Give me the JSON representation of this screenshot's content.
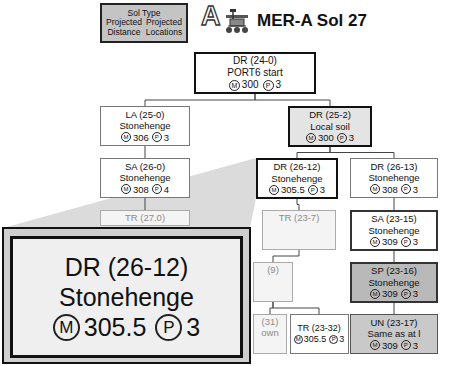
{
  "diagram": {
    "title": "MER-A Sol 27",
    "nodes": [
      {
        "text": [
          "Sol Type",
          "Projected Distance",
          "Projected Locations"
        ]
      },
      {
        "text": [
          "DR (24-0)",
          "PORT6 start",
          "M",
          "300",
          "P",
          "3"
        ]
      },
      {
        "text": [
          "LA (25-0)",
          "Stonehenge",
          "M",
          "306",
          "P",
          "3"
        ]
      },
      {
        "text": [
          "DR (25-2)",
          "Local soil",
          "M",
          "300",
          "P",
          "3"
        ]
      },
      {
        "text": [
          "SA (26-0)",
          "Stonehenge",
          "M",
          "308",
          "P",
          "4"
        ]
      },
      {
        "text": [
          "DR (26-12)",
          "Stonehenge",
          "M",
          "305.5",
          "P",
          "3"
        ]
      },
      {
        "text": [
          "DR (26-13)",
          "Stonehenge",
          "M",
          "308",
          "P",
          "3"
        ]
      },
      {
        "text": [
          "TR (27.0)"
        ]
      },
      {
        "text": [
          "TR (23-7)"
        ]
      },
      {
        "text": [
          "SA (23-15)",
          "Stonehenge",
          "M",
          "309",
          "P",
          "3"
        ]
      },
      {
        "text": [
          "(9)"
        ]
      },
      {
        "text": [
          "SP (23-16)",
          "Stonehenge",
          "M",
          "309",
          "P",
          "3"
        ]
      },
      {
        "text": [
          "(31)",
          "own"
        ]
      },
      {
        "text": [
          "TR (23-32)",
          "M",
          "305.5",
          "P",
          "3"
        ]
      },
      {
        "text": [
          "UN (23-17)",
          "Same as at l",
          "M",
          "309",
          "P",
          "3"
        ]
      },
      {
        "text": [
          "DR (26-12)",
          "Stonehenge",
          "M",
          "305.5",
          "P",
          "3"
        ]
      }
    ],
    "edges": [
      {
        "from": 1,
        "to": 2,
        "arrow": "none"
      },
      {
        "from": 1,
        "to": 3,
        "arrow": "none"
      },
      {
        "from": 2,
        "to": 4,
        "arrow": "none"
      },
      {
        "from": 3,
        "to": 5,
        "arrow": "none"
      },
      {
        "from": 3,
        "to": 6,
        "arrow": "none"
      },
      {
        "from": 4,
        "to": 7,
        "arrow": "none"
      },
      {
        "from": 5,
        "to": 8,
        "arrow": "none"
      },
      {
        "from": 6,
        "to": 9,
        "arrow": "none"
      },
      {
        "from": 8,
        "to": 10,
        "arrow": "none"
      },
      {
        "from": 9,
        "to": 11,
        "arrow": "none"
      },
      {
        "from": 10,
        "to": 12,
        "arrow": "none"
      },
      {
        "from": 10,
        "to": 13,
        "arrow": "none"
      },
      {
        "from": 11,
        "to": 14,
        "arrow": "none"
      }
    ],
    "labels": [
      "A"
    ]
  }
}
